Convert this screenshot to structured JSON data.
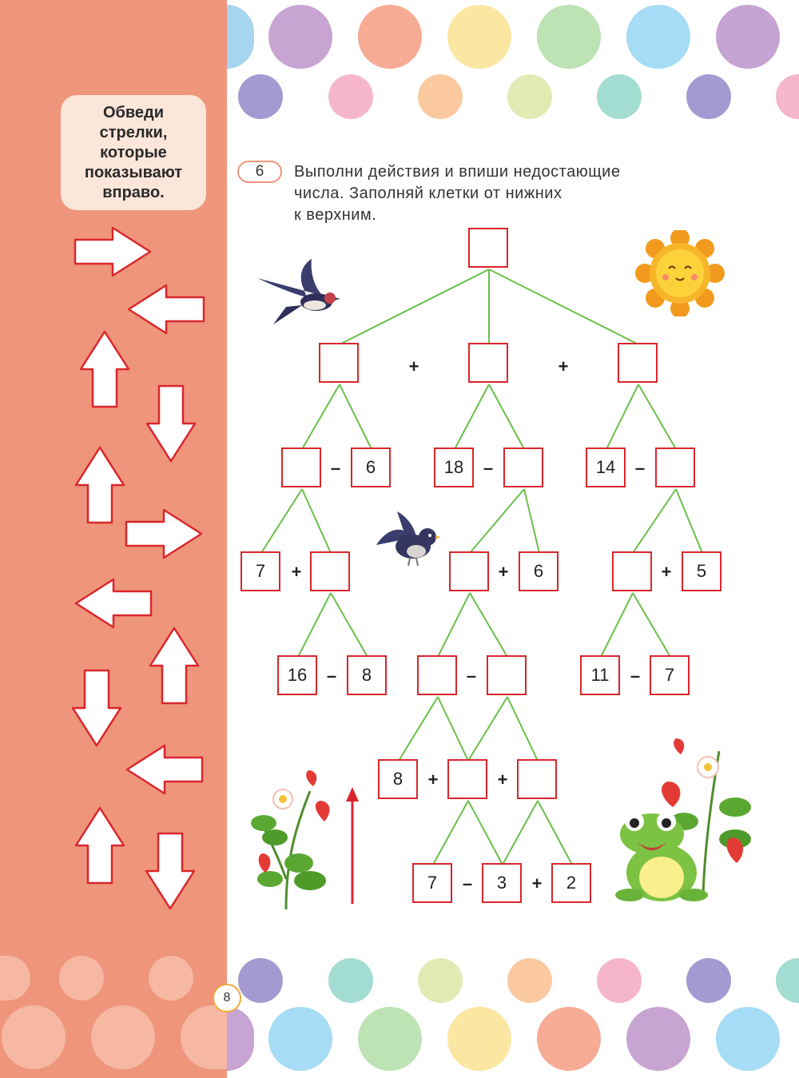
{
  "sidebar": {
    "instruction_lines": [
      "Обведи",
      "стрелки,",
      "которые",
      "показывают",
      "вправо."
    ],
    "arrows": [
      "right",
      "left",
      "up",
      "down",
      "up",
      "right",
      "left",
      "up",
      "down",
      "left",
      "up",
      "down"
    ]
  },
  "task": {
    "number": "6",
    "lines": [
      "Выполни действия и впиши недостающие",
      "числа. Заполняй клетки от нижних",
      "к верхним."
    ]
  },
  "tree": {
    "cells": [
      "",
      "",
      "",
      "",
      "",
      "6",
      "18",
      "",
      "14",
      "",
      "7",
      "",
      "",
      "6",
      "",
      "5",
      "16",
      "8",
      "",
      "",
      "11",
      "7",
      "8",
      "",
      "",
      "7",
      "3",
      "2"
    ],
    "operators": [
      "+",
      "+",
      "–",
      "–",
      "–",
      "+",
      "+",
      "+",
      "–",
      "–",
      "–",
      "+",
      "+",
      "–",
      "+"
    ]
  },
  "page_number": "8",
  "colors": {
    "sidebar": "#ee957b",
    "box_border": "#d9262c",
    "tree_line": "#6abf4b",
    "up_arrow": "#d9262c"
  }
}
